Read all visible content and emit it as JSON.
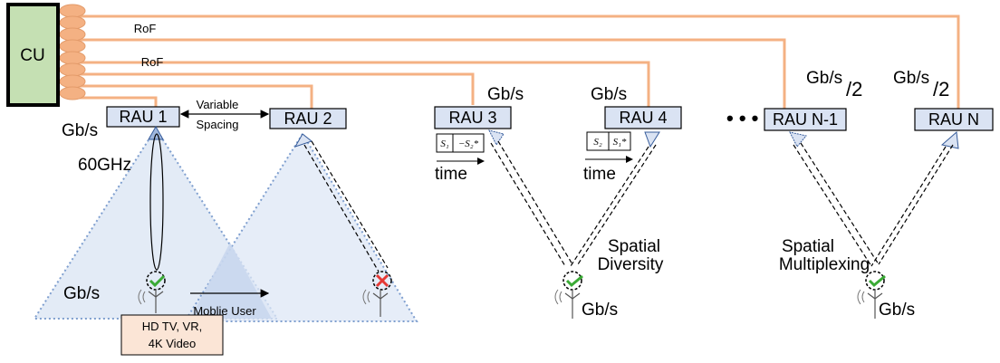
{
  "title": "",
  "colors": {
    "fiber": "#f4b183",
    "cu_fill": "#c5e0b3",
    "rau_fill": "#dae3f3",
    "coverage_fill": "#dee7f5",
    "coverage_edge": "#7f9fcf",
    "app_fill": "#fbe5d6",
    "check": "#3aaa35",
    "cross": "#e53935"
  },
  "cu": {
    "label": "CU"
  },
  "fiber": {
    "label_top": "RoF",
    "label_bottom": "RoF"
  },
  "spacing": {
    "line1": "Variable",
    "line2": "Spacing"
  },
  "raus": [
    {
      "label": "RAU 1"
    },
    {
      "label": "RAU 2"
    },
    {
      "label": "RAU 3"
    },
    {
      "label": "RAU 4"
    },
    {
      "label": "RAU N-1"
    },
    {
      "label": "RAU N"
    }
  ],
  "dots": "• •   •",
  "rates": {
    "rau1": "Gb/s",
    "rau3": "Gb/s",
    "rau4": "Gb/s",
    "rau_n1_main": "Gb/s",
    "rau_n1_div": "/2",
    "rau_n_main": "Gb/s",
    "rau_n_div": "/2",
    "coverage1": "Gb/s",
    "diversity_user": "Gb/s",
    "multiplexing_user": "Gb/s"
  },
  "freq_label": "60GHz",
  "stbc": {
    "rau3": {
      "s1": "S₁",
      "s2": "−S₂*"
    },
    "rau4": {
      "s1": "S₂",
      "s2": "S₁*"
    }
  },
  "time_label": "time",
  "mobile_user": "Moblie User",
  "app_box": {
    "line1": "HD TV, VR,",
    "line2": "4K Video"
  },
  "spatial_diversity": {
    "line1": "Spatial",
    "line2": "Diversity"
  },
  "spatial_multiplexing": {
    "line1": "Spatial",
    "line2": "Multiplexing"
  }
}
